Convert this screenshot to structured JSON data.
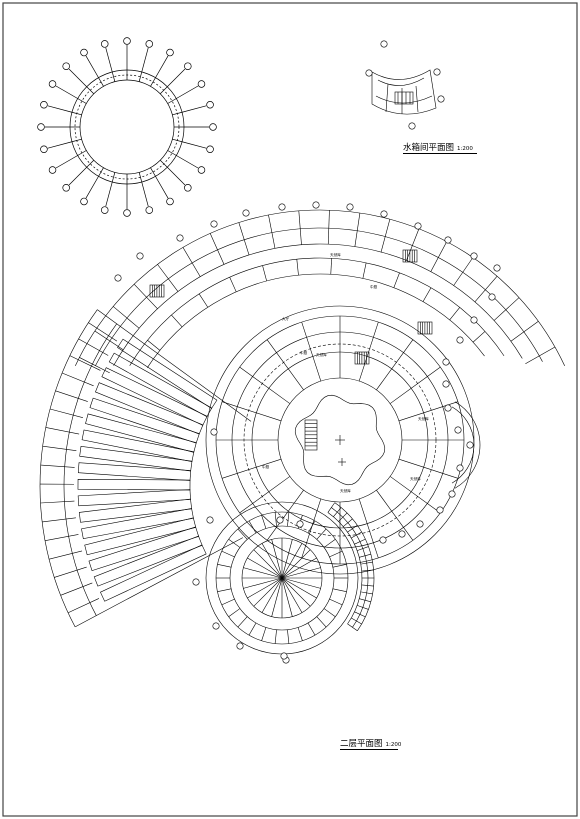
{
  "drawing": {
    "water_tank_plan": {
      "title": "水箱间平面图",
      "scale": "1:200"
    },
    "second_floor_plan": {
      "title": "二层平面图",
      "scale": "1:200"
    }
  },
  "room_labels": [
    "天然库",
    "中庭",
    "天然库",
    "中庭",
    "天然库",
    "中庭",
    "天然库",
    "大厅",
    "天然库"
  ],
  "colors": {
    "line": "#000000",
    "paper": "#ffffff",
    "border": "#444444"
  }
}
